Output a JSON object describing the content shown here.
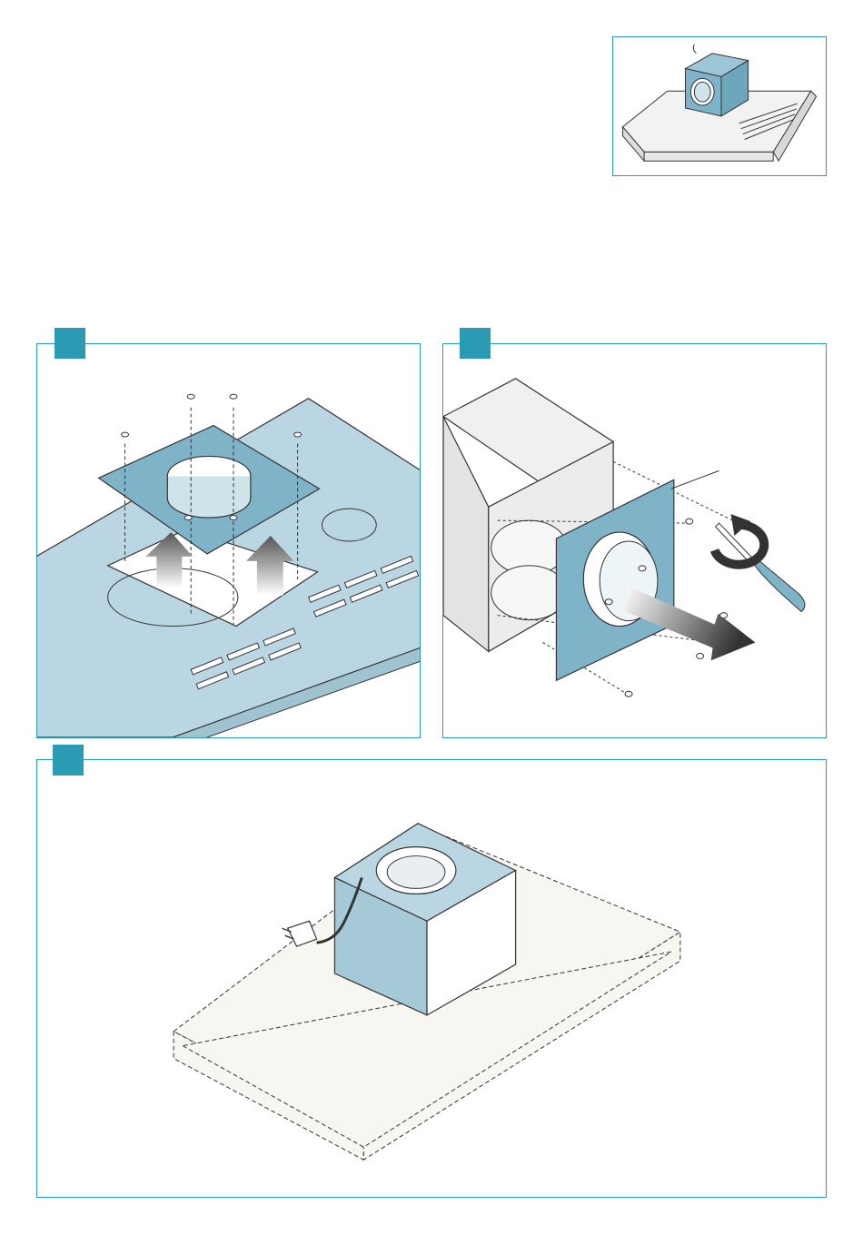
{
  "page": {
    "description": "",
    "accent_color": "#2a9bb3",
    "part_color": "#7fb3c8",
    "hood_color": "#b9d6e2"
  },
  "panels": [
    {
      "id": "overview",
      "icon": "motor-unit-overview-icon"
    },
    {
      "id": "step-1",
      "icon": "remove-adapter-plate-icon"
    },
    {
      "id": "step-2",
      "icon": "unscrew-flange-icon"
    },
    {
      "id": "step-3",
      "icon": "mount-motor-unit-icon"
    }
  ]
}
